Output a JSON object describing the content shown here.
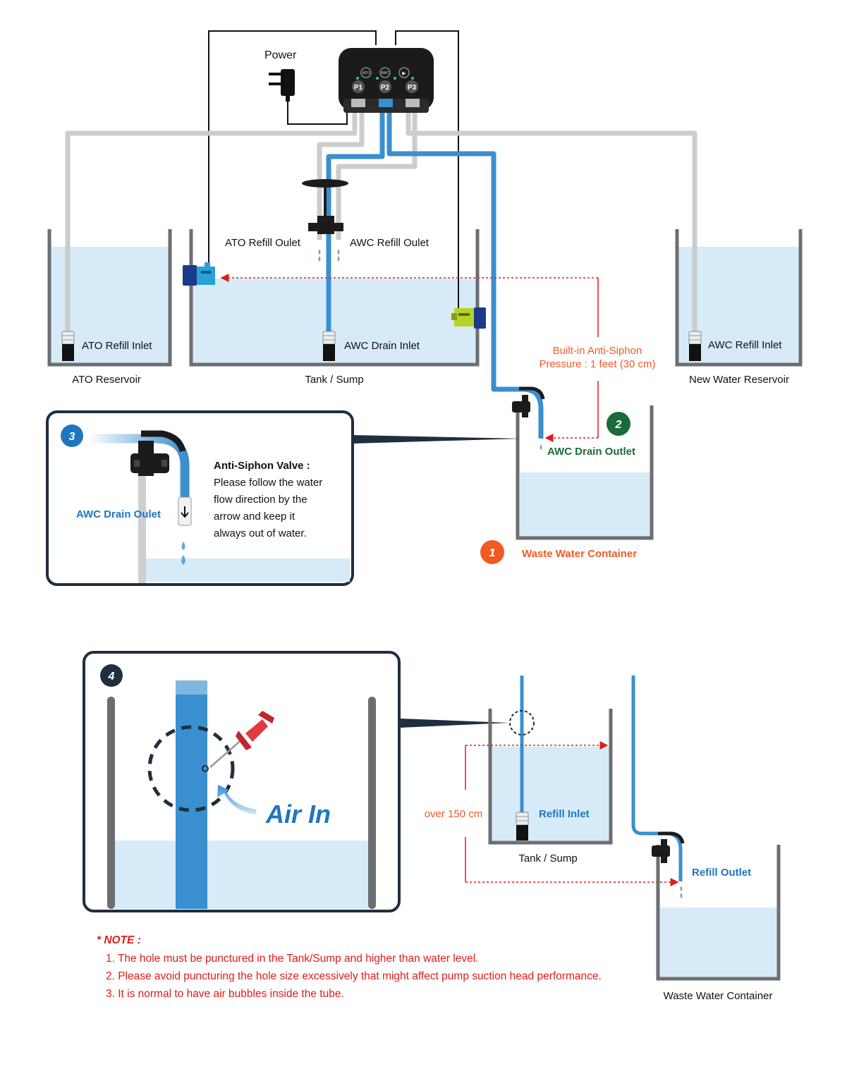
{
  "labels": {
    "power": "Power",
    "ports": [
      "P1",
      "P2",
      "P3"
    ],
    "controller_buttons": [
      "ATO",
      "AWC",
      "▶"
    ],
    "ato_refill_outlet": "ATO Refill Oulet",
    "awc_refill_outlet": "AWC Refill Oulet",
    "ato_refill_inlet": "ATO Refill Inlet",
    "awc_drain_inlet": "AWC Drain Inlet",
    "awc_refill_inlet": "AWC Refill Inlet",
    "ato_reservoir": "ATO Reservoir",
    "tank_sump": "Tank / Sump",
    "new_water_reservoir": "New Water Reservoir",
    "anti_siphon_line1": "Built-in Anti-Siphon",
    "anti_siphon_line2": "Pressure : 1 feet (30 cm)",
    "awc_drain_outlet": "AWC Drain Outlet",
    "waste_water_container_1": "Waste Water Container"
  },
  "badges": {
    "one": "1",
    "two": "2",
    "three": "3",
    "four": "4"
  },
  "callout3": {
    "drain_label": "AWC Drain Oulet",
    "title": "Anti-Siphon Valve :",
    "body": [
      "Please follow the water",
      "flow direction by the",
      "arrow and keep it",
      "always out of water."
    ]
  },
  "callout4": {
    "air_in": "Air In"
  },
  "bottom": {
    "refill_inlet": "Refill Inlet",
    "over_height": "over 150 cm",
    "tank_sump": "Tank / Sump",
    "refill_outlet": "Refill Outlet",
    "waste_water_container": "Waste Water Container"
  },
  "note": {
    "title": "* NOTE :",
    "items": [
      "1. The hole must be punctured in the Tank/Sump and higher than water level.",
      "2. Please avoid puncturing the hole size excessively that might affect pump suction head performance.",
      "3. It is normal to have air bubbles inside the tube."
    ]
  },
  "colors": {
    "tube_blue": "#3a8fd0",
    "tube_grey": "#cccccc",
    "water": "#d6ebf7",
    "tank_wall": "#6d6e71",
    "callout_border": "#1f2f3f",
    "orange": "#f15a24",
    "green": "#1a6b3a",
    "blue_label": "#1f75c0",
    "red": "#e11b1b"
  }
}
